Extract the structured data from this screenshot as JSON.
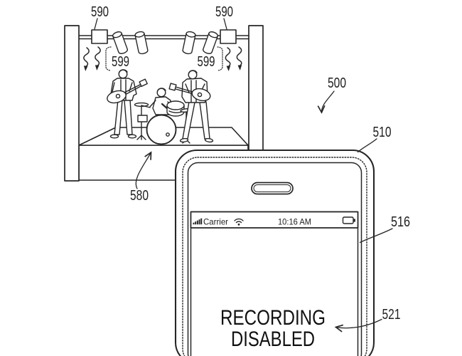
{
  "figure": {
    "background": "#ffffff",
    "ink_color": "#262626"
  },
  "stage": {
    "platform_ref": "580",
    "emitter_left_ref": "590",
    "emitter_right_ref": "590",
    "signal_left_ref": "599",
    "signal_right_ref": "599",
    "icons": {
      "emitter": "emitter-box-icon",
      "light": "stage-light-icon",
      "signal": "signal-wave-arrow-icon"
    }
  },
  "device": {
    "overall_ref": "500",
    "housing_ref": "510",
    "display_edge_ref": "516",
    "message_ref": "521",
    "status_bar": {
      "carrier": "Carrier",
      "time": "10:16 AM",
      "icons": {
        "signal": "signal-bars-icon",
        "wifi": "wifi-icon",
        "battery": "battery-icon"
      }
    },
    "screen_message": [
      "RECORDING",
      "DISABLED"
    ]
  }
}
